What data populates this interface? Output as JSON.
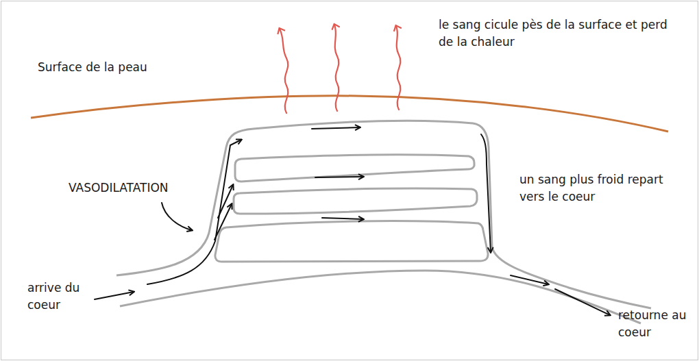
{
  "diagram": {
    "labels": [
      "Surface de la peau",
      "le sang cicule pès de la surface et perd de la chaleur",
      "VASODILATATION",
      "un sang plus froid repart vers le coeur",
      "arrive du coeur",
      "retourne au coeur"
    ]
  }
}
